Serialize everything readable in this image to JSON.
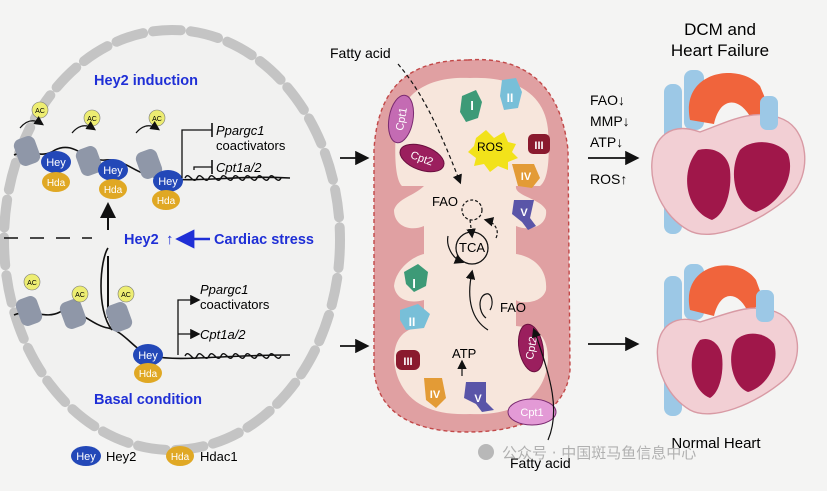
{
  "nucleus": {
    "top_title": "Hey2 induction",
    "bottom_title": "Basal condition",
    "ac_label": "AC",
    "hey_label": "Hey",
    "hda_label": "Hda",
    "gene_top_1": "Ppargc1",
    "gene_top_2": "coactivators",
    "gene_top_3": "Cpt1a/2",
    "gene_bot_1": "Ppargc1",
    "gene_bot_2": "coactivators",
    "gene_bot_3": "Cpt1a/2",
    "hey2_up": "Hey2",
    "up_arrow": "↑",
    "stress": "Cardiac stress"
  },
  "legend": {
    "hey_badge": "Hey",
    "hey_text": "Hey2",
    "hda_badge": "Hda",
    "hda_text": "Hdac1"
  },
  "mito": {
    "fatty_acid_top": "Fatty acid",
    "fatty_acid_bottom": "Fatty acid",
    "cpt1_top": "Cpt1",
    "cpt2_top": "Cpt2",
    "cpt2_bottom": "Cpt2",
    "cpt1_bottom": "Cpt1",
    "ros": "ROS",
    "fao_top": "FAO",
    "fao_bottom": "FAO",
    "tca": "TCA",
    "atp": "ATP",
    "complex_I": "I",
    "complex_II": "II",
    "complex_III": "III",
    "complex_IV": "IV",
    "complex_V": "V"
  },
  "outcomes": {
    "dcm_line1": "DCM and",
    "dcm_line2": "Heart Failure",
    "fao": "FAO↓",
    "mmp": "MMP↓",
    "atp": "ATP↓",
    "ros": "ROS↑",
    "normal": "Normal Heart"
  },
  "watermark": "公众号 · 中国斑马鱼信息中心",
  "colors": {
    "blue_label": "#1f2fd6",
    "hey_badge": "#2348b8",
    "hda_badge": "#e0a824",
    "mito_outer": "#e0a0a2",
    "mito_inner": "#f7e6dc",
    "cpt": "#c46bb3",
    "heart_dark": "#a0174a",
    "aorta": "#f0643c",
    "vessels": "#9cc8e6"
  }
}
